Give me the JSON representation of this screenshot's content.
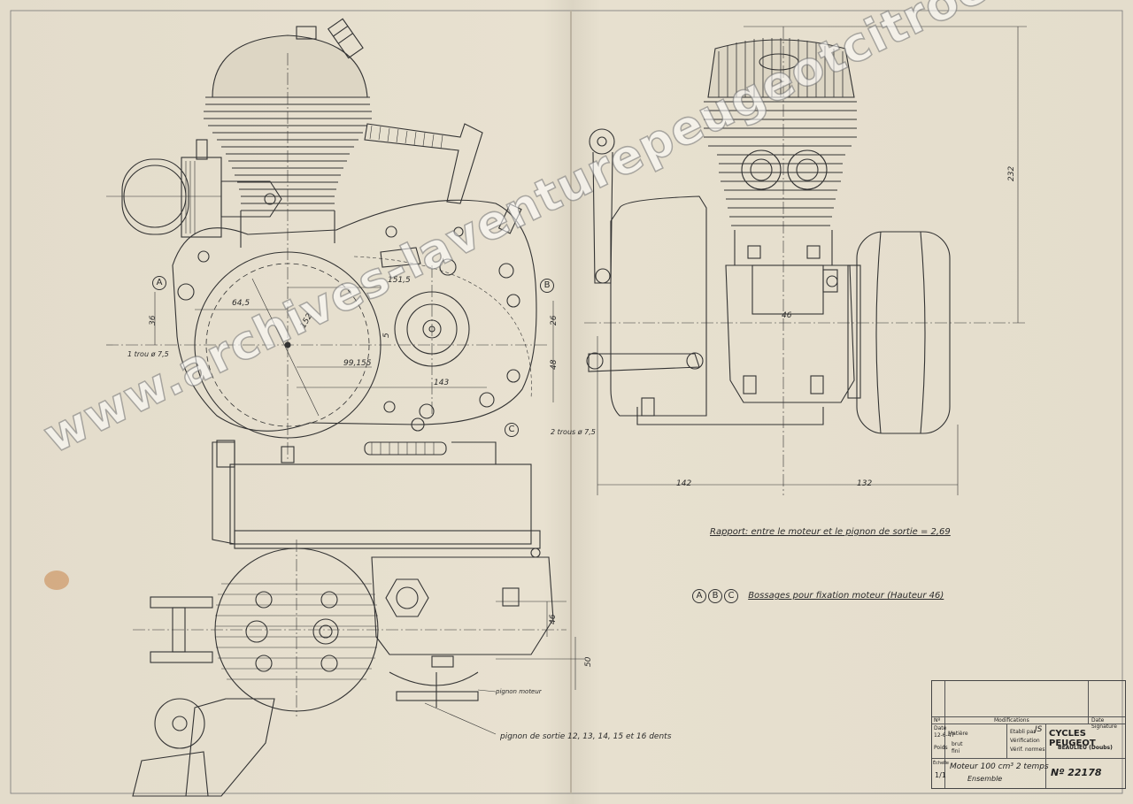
{
  "labels": {
    "label_A": "A",
    "label_B": "B",
    "label_C": "C",
    "dim_36": "36",
    "dim_64_5": "64,5",
    "dim_152": "152",
    "dim_151_5": "151,5",
    "dim_99_155": "99,155",
    "dim_143": "143",
    "dim_5": "5",
    "dim_26": "26",
    "dim_48": "48",
    "dim_232": "232",
    "dim_46_mid": "46",
    "dim_142": "142",
    "dim_132": "132",
    "dim_46_lower": "46",
    "dim_50": "50",
    "trou_7_5": "1 trou ø 7,5",
    "trous_7_5": "2 trous ø 7,5",
    "rapport": "Rapport: entre le moteur et le pignon de sortie = 2,69",
    "bossages_text": "Bossages pour fixation moteur (Hauteur 46)",
    "pignon_moteur": "pignon moteur",
    "pignon_sortie": "pignon de sortie 12, 13, 14, 15 et 16 dents"
  },
  "title_block": {
    "modifications": "Modifications",
    "date_signature": "Date Signature",
    "no": "Nº",
    "date_label": "Date",
    "date_value": "12-6-47",
    "matiere": "Matière",
    "poids": "Poids",
    "brut": "brut",
    "fini": "fini",
    "etabli_par": "Etabli par",
    "verification": "Vérification",
    "verif_normes": "Vérif. normes",
    "initials": "JS",
    "company": "CYCLES PEUGEOT",
    "city": "BEAULIEU (Doubs)",
    "echelle": "Échelle",
    "echelle_value": "1/1",
    "title_line1": "Moteur 100 cm³ 2 temps",
    "title_line2": "Ensemble",
    "drawing_number": "Nº 22178"
  },
  "watermark": "www.archives-laventurepeugeotcitroends.com",
  "colors": {
    "ink": "#2e2e2e",
    "paper": "#e6dfce",
    "stain": "#c8844a"
  }
}
